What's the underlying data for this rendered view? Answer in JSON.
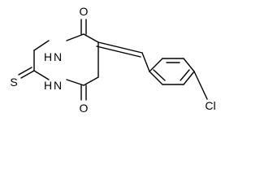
{
  "molecule": {
    "atoms": {
      "o_top": "O",
      "o_bottom": "O",
      "nh_top": "H",
      "n_top": "N",
      "nh_bottom": "H",
      "n_bottom": "N",
      "s": "S",
      "cl": "Cl"
    }
  }
}
